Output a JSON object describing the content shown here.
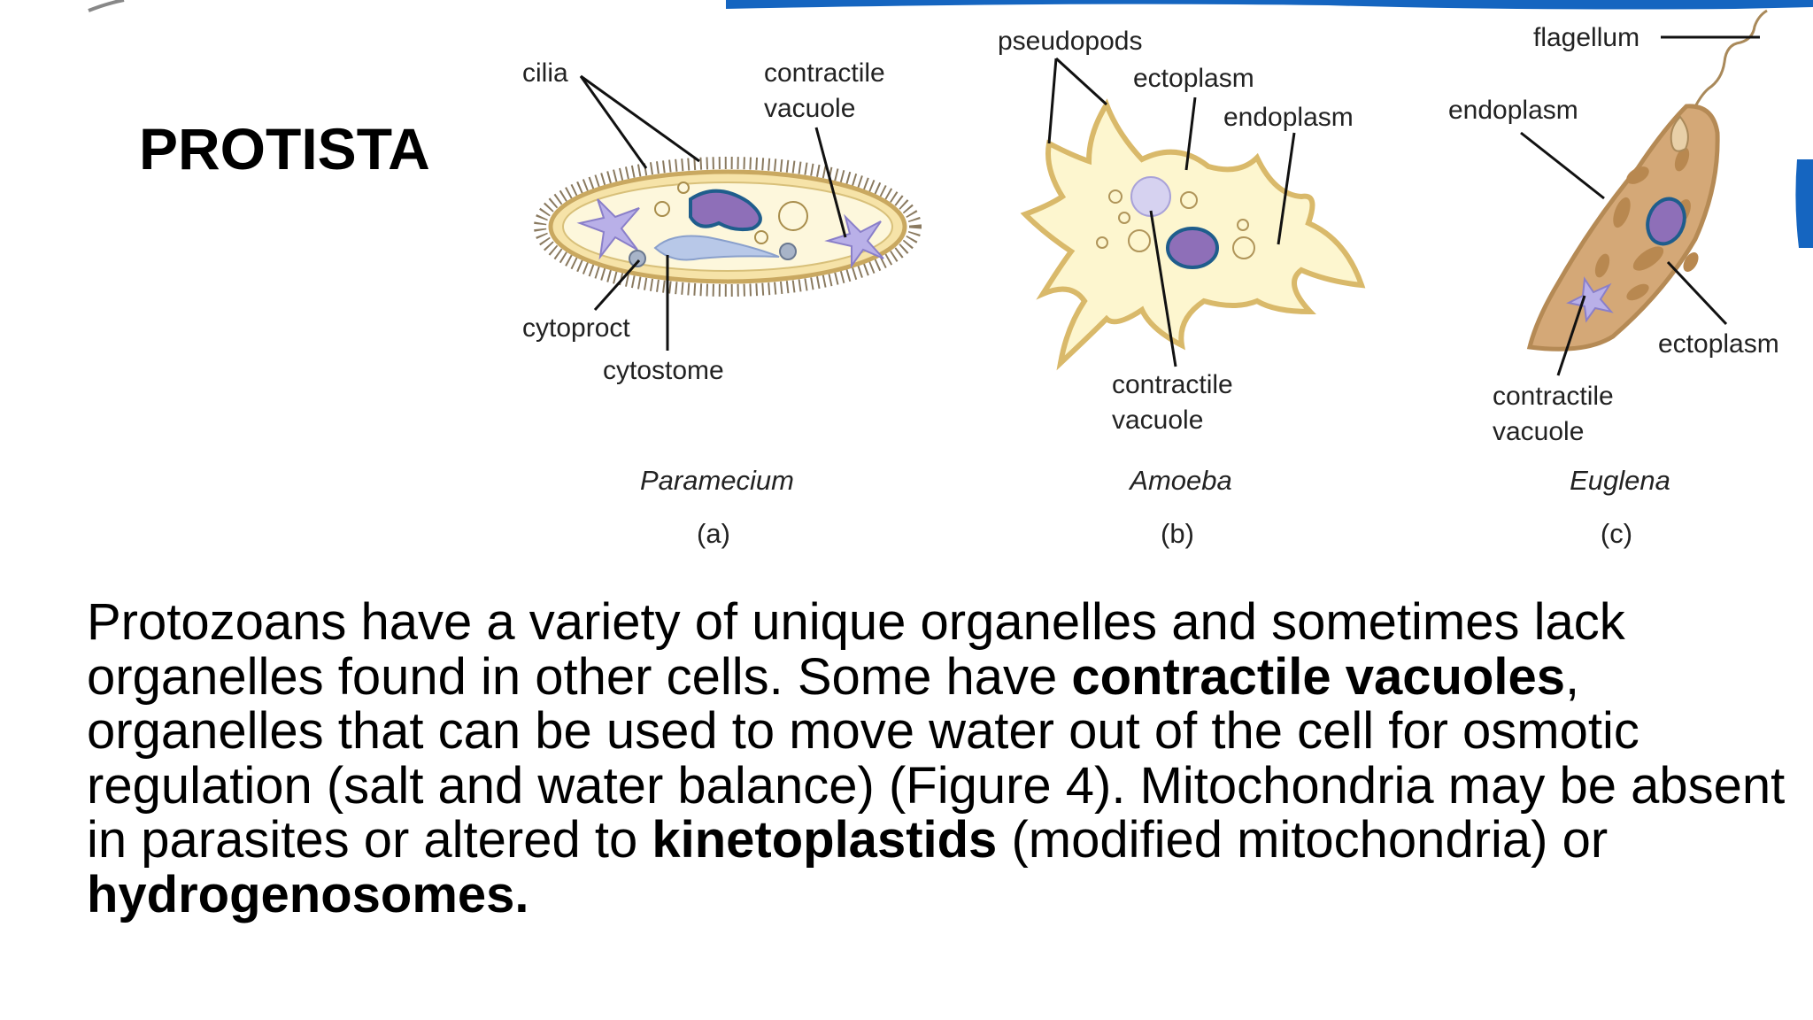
{
  "slide": {
    "title": "PROTISTA",
    "accent_color": "#1565c0"
  },
  "figure": {
    "paramecium": {
      "labels": {
        "cilia": "cilia",
        "contractile_vacuole_line1": "contractile",
        "contractile_vacuole_line2": "vacuole",
        "cytoproct": "cytoproct",
        "cytostome": "cytostome"
      },
      "caption": "Paramecium",
      "letter": "(a)"
    },
    "amoeba": {
      "labels": {
        "pseudopods": "pseudopods",
        "ectoplasm": "ectoplasm",
        "endoplasm": "endoplasm",
        "contractile_vacuole_line1": "contractile",
        "contractile_vacuole_line2": "vacuole"
      },
      "caption": "Amoeba",
      "letter": "(b)"
    },
    "euglena": {
      "labels": {
        "flagellum": "flagellum",
        "endoplasm": "endoplasm",
        "ectoplasm": "ectoplasm",
        "contractile_vacuole_line1": "contractile",
        "contractile_vacuole_line2": "vacuole"
      },
      "caption": "Euglena",
      "letter": "(c)"
    }
  },
  "body": {
    "segments": [
      {
        "text": "Protozoans have a variety of unique organelles and sometimes lack organelles found in other cells. Some have ",
        "bold": false
      },
      {
        "text": "contractile vacuoles",
        "bold": true
      },
      {
        "text": ", organelles that can be used to move water out of the cell for osmotic regulation (salt and water balance) (Figure 4). Mitochondria may be absent in parasites or altered to ",
        "bold": false
      },
      {
        "text": "kinetoplastids",
        "bold": true
      },
      {
        "text": " (modified mitochondria) or ",
        "bold": false
      },
      {
        "text": "hydrogenosomes.",
        "bold": true
      }
    ]
  }
}
